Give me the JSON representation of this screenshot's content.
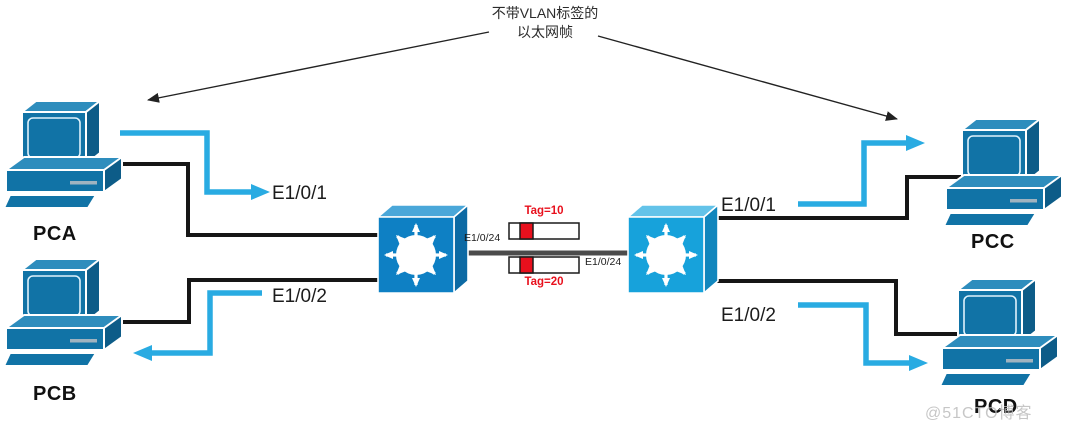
{
  "annotation": {
    "line1": "不带VLAN标签的",
    "line2": "以太网帧"
  },
  "devices": {
    "pca": {
      "label": "PCA"
    },
    "pcb": {
      "label": "PCB"
    },
    "pcc": {
      "label": "PCC"
    },
    "pcd": {
      "label": "PCD"
    }
  },
  "ports": {
    "pca_access": "E1/0/1",
    "pcb_access": "E1/0/2",
    "trunk_left": "E1/0/24",
    "trunk_right": "E1/0/24",
    "pcc_access": "E1/0/1",
    "pcd_access": "E1/0/2"
  },
  "vlan_tags": {
    "vlan10": "Tag=10",
    "vlan20": "Tag=20"
  },
  "watermark": "@51CTO博客",
  "colors": {
    "flow_arrow_cyan": "#29abe2",
    "tag_red": "#e8101d",
    "pc_blue": "#1173a6",
    "switch_left_blue": "#0e80c4",
    "switch_right_blue": "#17a2db",
    "cable_black": "#161616",
    "trunk_gray": "#4b4b4b"
  }
}
